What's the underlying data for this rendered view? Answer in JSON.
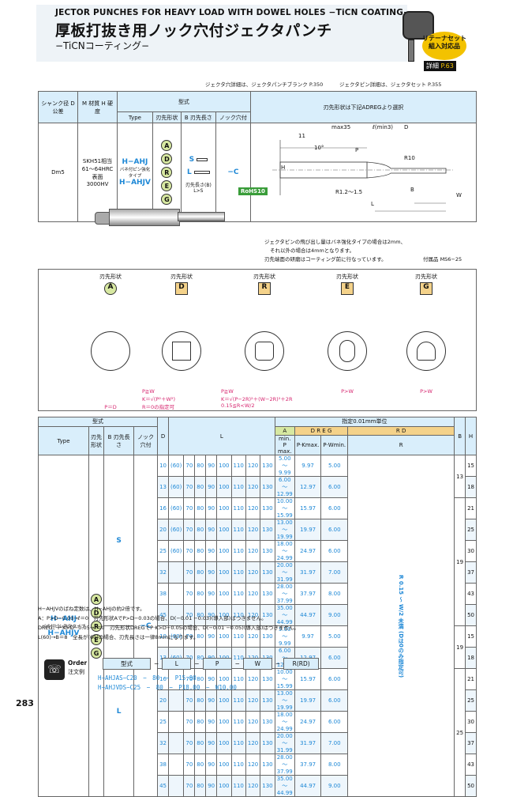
{
  "header": {
    "title_en": "JECTOR PUNCHES FOR HEAVY LOAD WITH DOWEL HOLES −TiCN COATING−",
    "title_jp": "厚板打抜き用ノック穴付ジェクタパンチ",
    "subtitle": "−TiCNコーティング−",
    "badge": "リテーナセット組入対応品",
    "detail_label": "詳細",
    "detail_page": "P.63"
  },
  "refs": [
    "ジェクタ穴詳細は、ジェクタパンチブランク P.350",
    "ジェクタピン詳細は、ジェクタセット P.355"
  ],
  "spec_table": {
    "headers": {
      "shank": "シャンク径 D公差",
      "material": "M 材質 H 硬度",
      "katashiki": "型式",
      "type": "Type",
      "blade_shape": "刃先形状",
      "blade_length": "B 刃先長さ",
      "knock_hole": "ノック穴付",
      "select": "刃先形状は下記ADREGより選択"
    },
    "shank_tol": "Dm5",
    "material_lines": [
      "SKH51相当",
      "61～64HRC",
      "表面　3000HV"
    ],
    "types": [
      "H−AHJ",
      "バネ付ピン強化タイプ",
      "H−AHJV"
    ],
    "shapes": [
      "A",
      "D",
      "R",
      "E",
      "G"
    ],
    "lengths": [
      "S",
      "L"
    ],
    "length_note": [
      "刃先長さ(B)",
      "L>S"
    ],
    "knock": "−C",
    "rohs": "RoHS10"
  },
  "dims": [
    "max35",
    "ℓ(min3)",
    "D",
    "11",
    "10°",
    "R10",
    "R1.2～1.5",
    "B",
    "L",
    "P",
    "H",
    "W"
  ],
  "notes1": [
    "ジェクタピンの飛び出し量はバネ強化タイプの場合は2mm、",
    "それ以外の場合は4mmとなります。",
    "刃先端面の研磨はコーティング前に行なっています。"
  ],
  "acc_note": "付属品 MS6−25",
  "shape_views": [
    {
      "label": "刃先形状",
      "letter": "A",
      "notes": [
        "P＝D"
      ]
    },
    {
      "label": "刃先形状",
      "letter": "D",
      "notes": [
        "P≧W",
        "K＝√(P²＋W²)",
        "R＝0の指定可"
      ]
    },
    {
      "label": "刃先形状",
      "letter": "R",
      "notes": [
        "P≧W",
        "K＝√(P−2R)²＋(W−2R)²＋2R",
        "0.15≦R<W/2"
      ]
    },
    {
      "label": "刃先形状",
      "letter": "E",
      "notes": [
        "P>W"
      ]
    },
    {
      "label": "刃先形状",
      "letter": "G",
      "notes": [
        "P>W"
      ]
    }
  ],
  "main_table": {
    "head_katashiki": "型式",
    "head_type": "Type",
    "head_shape": "刃先形状",
    "head_blade": "B 刃先長さ",
    "head_knock": "ノック穴付",
    "head_D": "D",
    "head_L": "L",
    "head_spec": "指定0.01mm単位",
    "head_A": "A",
    "head_A_sub": "min. P max.",
    "head_DREG": "D R E G",
    "head_DREG_sub1": "P·Kmax.",
    "head_DREG_sub2": "P·Wmin.",
    "head_RD": "R D",
    "head_R": "R",
    "head_B": "B",
    "head_H": "H",
    "type_label": "H−AHJ",
    "type_note": "バネ付ピン強化タイプ",
    "type_label2": "H−AHJV",
    "knock_val": "−C",
    "r_note": "R 0.15 ～ W/2 未満 (Dは0のみ指定可)",
    "rows": [
      {
        "D": "10",
        "L": [
          "(60)",
          "70",
          "80",
          "90",
          "100",
          "110",
          "120",
          "130"
        ],
        "A": "5.00～ 9.99",
        "K": "9.97",
        "W": "5.00",
        "B": "13",
        "H": "15"
      },
      {
        "D": "13",
        "L": [
          "(60)",
          "70",
          "80",
          "90",
          "100",
          "110",
          "120",
          "130"
        ],
        "A": "6.00～12.99",
        "K": "12.97",
        "W": "6.00",
        "B": "",
        "H": "18"
      },
      {
        "D": "16",
        "L": [
          "(60)",
          "70",
          "80",
          "90",
          "100",
          "110",
          "120",
          "130"
        ],
        "A": "10.00～15.99",
        "K": "15.97",
        "W": "6.00",
        "B": "19",
        "H": "21"
      },
      {
        "D": "20",
        "L": [
          "(60)",
          "70",
          "80",
          "90",
          "100",
          "110",
          "120",
          "130"
        ],
        "A": "13.00～19.99",
        "K": "19.97",
        "W": "6.00",
        "B": "",
        "H": "25"
      },
      {
        "D": "25",
        "L": [
          "(60)",
          "70",
          "80",
          "90",
          "100",
          "110",
          "120",
          "130"
        ],
        "A": "18.00～24.99",
        "K": "24.97",
        "W": "6.00",
        "B": "",
        "H": "30"
      },
      {
        "D": "32",
        "L": [
          "",
          "70",
          "80",
          "90",
          "100",
          "110",
          "120",
          "130"
        ],
        "A": "20.00～31.99",
        "K": "31.97",
        "W": "7.00",
        "B": "",
        "H": "37"
      },
      {
        "D": "38",
        "L": [
          "",
          "70",
          "80",
          "90",
          "100",
          "110",
          "120",
          "130"
        ],
        "A": "28.00～37.99",
        "K": "37.97",
        "W": "8.00",
        "B": "",
        "H": "43"
      },
      {
        "D": "45",
        "L": [
          "",
          "70",
          "80",
          "90",
          "100",
          "110",
          "120",
          "130"
        ],
        "A": "35.00～44.99",
        "K": "44.97",
        "W": "9.00",
        "B": "",
        "H": "50"
      },
      {
        "D": "10",
        "L": [
          "(60)",
          "70",
          "80",
          "90",
          "100",
          "110",
          "120",
          "130"
        ],
        "A": "5.00～ 9.99",
        "K": "9.97",
        "W": "5.00",
        "B": "19",
        "H": "15"
      },
      {
        "D": "13",
        "L": [
          "(60)",
          "70",
          "80",
          "90",
          "100",
          "110",
          "120",
          "130"
        ],
        "A": "6.00～12.99",
        "K": "12.97",
        "W": "6.00",
        "B": "",
        "H": "18"
      },
      {
        "D": "16",
        "L": [
          "",
          "70",
          "80",
          "90",
          "100",
          "110",
          "120",
          "130"
        ],
        "A": "10.00～15.99",
        "K": "15.97",
        "W": "6.00",
        "B": "25",
        "H": "21"
      },
      {
        "D": "20",
        "L": [
          "",
          "70",
          "80",
          "90",
          "100",
          "110",
          "120",
          "130"
        ],
        "A": "13.00～19.99",
        "K": "19.97",
        "W": "6.00",
        "B": "",
        "H": "25"
      },
      {
        "D": "25",
        "L": [
          "",
          "70",
          "80",
          "90",
          "100",
          "110",
          "120",
          "130"
        ],
        "A": "18.00～24.99",
        "K": "24.97",
        "W": "6.00",
        "B": "",
        "H": "30"
      },
      {
        "D": "32",
        "L": [
          "",
          "70",
          "80",
          "90",
          "100",
          "110",
          "120",
          "130"
        ],
        "A": "20.00～31.99",
        "K": "31.97",
        "W": "7.00",
        "B": "",
        "H": "37"
      },
      {
        "D": "38",
        "L": [
          "",
          "70",
          "80",
          "90",
          "100",
          "110",
          "120",
          "130"
        ],
        "A": "28.00～37.99",
        "K": "37.97",
        "W": "8.00",
        "B": "",
        "H": "43"
      },
      {
        "D": "45",
        "L": [
          "",
          "70",
          "80",
          "90",
          "100",
          "110",
          "120",
          "130"
        ],
        "A": "35.00～44.99",
        "K": "44.97",
        "W": "9.00",
        "B": "",
        "H": "50"
      }
    ]
  },
  "footnotes": [
    "H−AHJVのばね定数は、H−AHJの約2倍です。",
    "A：P>D−0.03→ℓ＝0　刃先形状AでP>D−0.03の場合、D(−0.01 −0.03)(導入部)はつきません。",
    "DREG：P·K>D−0.05→ℓ＝0　刃先形状DREGでP·K>D−0.05の場合、D(−0.01 −0.05)(導入部)はつきません。",
    "L(60)→B＝8　全長が(60)の場合、刃先長さは一律8mmになります。"
  ],
  "order": {
    "label_en": "Order",
    "label_jp": "注文例",
    "cols": [
      "型式",
      "−",
      "L",
      "−",
      "P",
      "−",
      "W",
      "−",
      "R(RD)"
    ],
    "examples": [
      "H−AHJAS−C20　−　80　−　P15.00",
      "H−AHJVDS−C25　−　80　−　P18.00　−　W10.00"
    ]
  },
  "page_number": "283"
}
